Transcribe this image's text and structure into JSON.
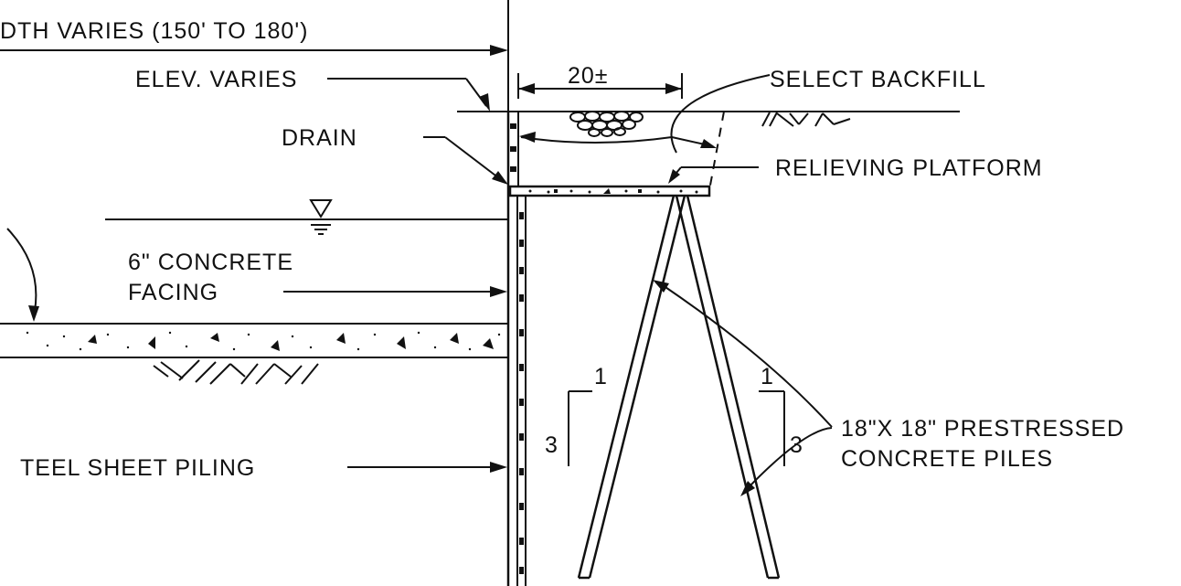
{
  "labels": {
    "width_varies": "DTH VARIES (150' TO 180')",
    "elev_varies": "ELEV. VARIES",
    "dimension": "20±",
    "select_backfill": "SELECT BACKFILL",
    "drain": "DRAIN",
    "relieving_platform": "RELIEVING PLATFORM",
    "concrete_facing_line1": "6\" CONCRETE",
    "concrete_facing_line2": "FACING",
    "piles_line1": "18\"X 18\" PRESTRESSED",
    "piles_line2": "CONCRETE PILES",
    "sheet_piling": "TEEL SHEET PILING",
    "slope_left_rise": "1",
    "slope_left_run": "3",
    "slope_right_rise": "1",
    "slope_right_run": "3"
  },
  "colors": {
    "ink": "#111111",
    "paper": "#ffffff"
  }
}
